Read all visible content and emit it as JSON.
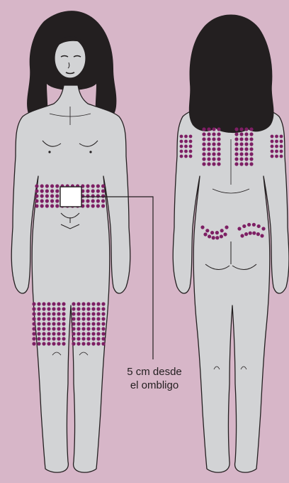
{
  "colors": {
    "background": "#d7b6c8",
    "skin": "#d2d3d5",
    "outline": "#231f20",
    "hair": "#231f20",
    "injection_site": "#7d1f64",
    "navel_zone": "#ffffff"
  },
  "icons": [
    "front-body-figure",
    "back-body-figure",
    "navel-exclusion-square"
  ],
  "callout": {
    "line1": "5 cm desde",
    "line2": "el ombligo"
  }
}
